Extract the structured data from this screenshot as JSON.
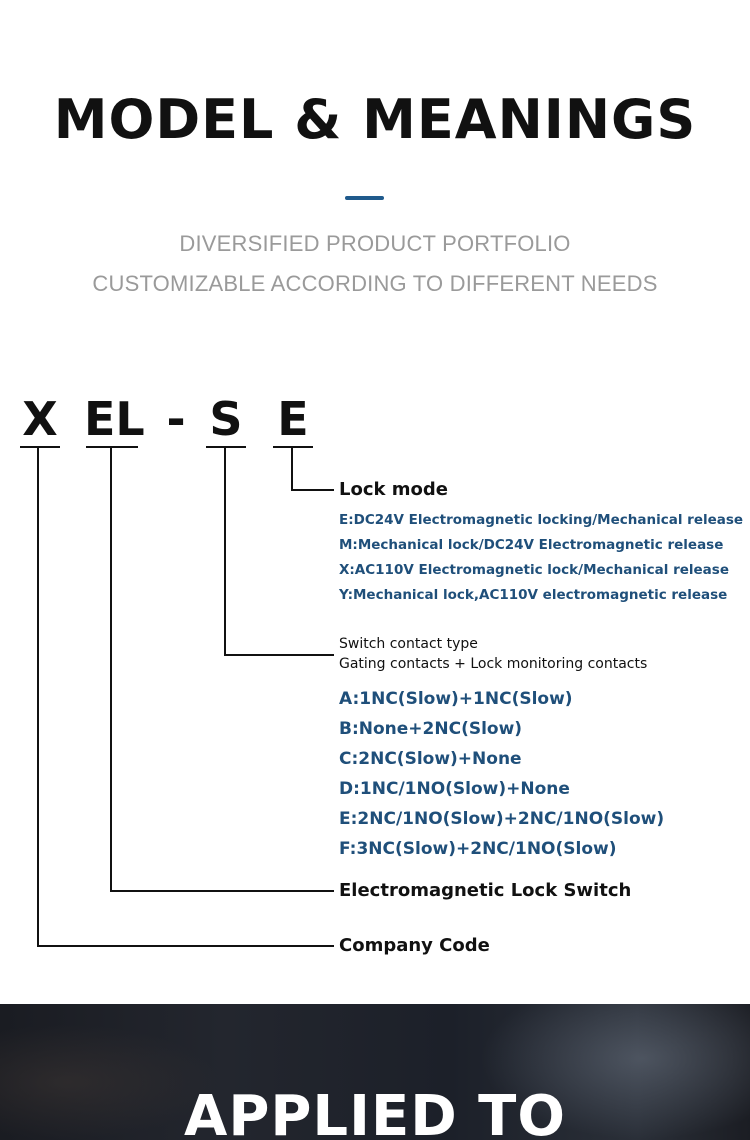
{
  "header": {
    "title": "MODEL & MEANINGS",
    "subtitle_line1": "DIVERSIFIED PRODUCT PORTFOLIO",
    "subtitle_line2": "CUSTOMIZABLE ACCORDING TO DIFFERENT NEEDS",
    "accent_color": "#1f5a8c"
  },
  "model_code": {
    "segments": [
      "X",
      "EL",
      "-",
      "S",
      "E"
    ]
  },
  "lock_mode": {
    "label": "Lock mode",
    "options": [
      "E:DC24V Electromagnetic locking/Mechanical release",
      "M:Mechanical lock/DC24V Electromagnetic release",
      "X:AC110V Electromagnetic lock/Mechanical release",
      "Y:Mechanical lock,AC110V electromagnetic release"
    ]
  },
  "switch_contact": {
    "label_line1": "Switch contact type",
    "label_line2": "Gating contacts + Lock monitoring contacts",
    "options": [
      "A:1NC(Slow)+1NC(Slow)",
      "B:None+2NC(Slow)",
      "C:2NC(Slow)+None",
      "D:1NC/1NO(Slow)+None",
      "E:2NC/1NO(Slow)+2NC/1NO(Slow)",
      "F:3NC(Slow)+2NC/1NO(Slow)"
    ]
  },
  "series_label": "Electromagnetic Lock Switch",
  "company_label": "Company Code",
  "option_color": "#1f4f7a",
  "banner": {
    "title": "APPLIED TO"
  }
}
